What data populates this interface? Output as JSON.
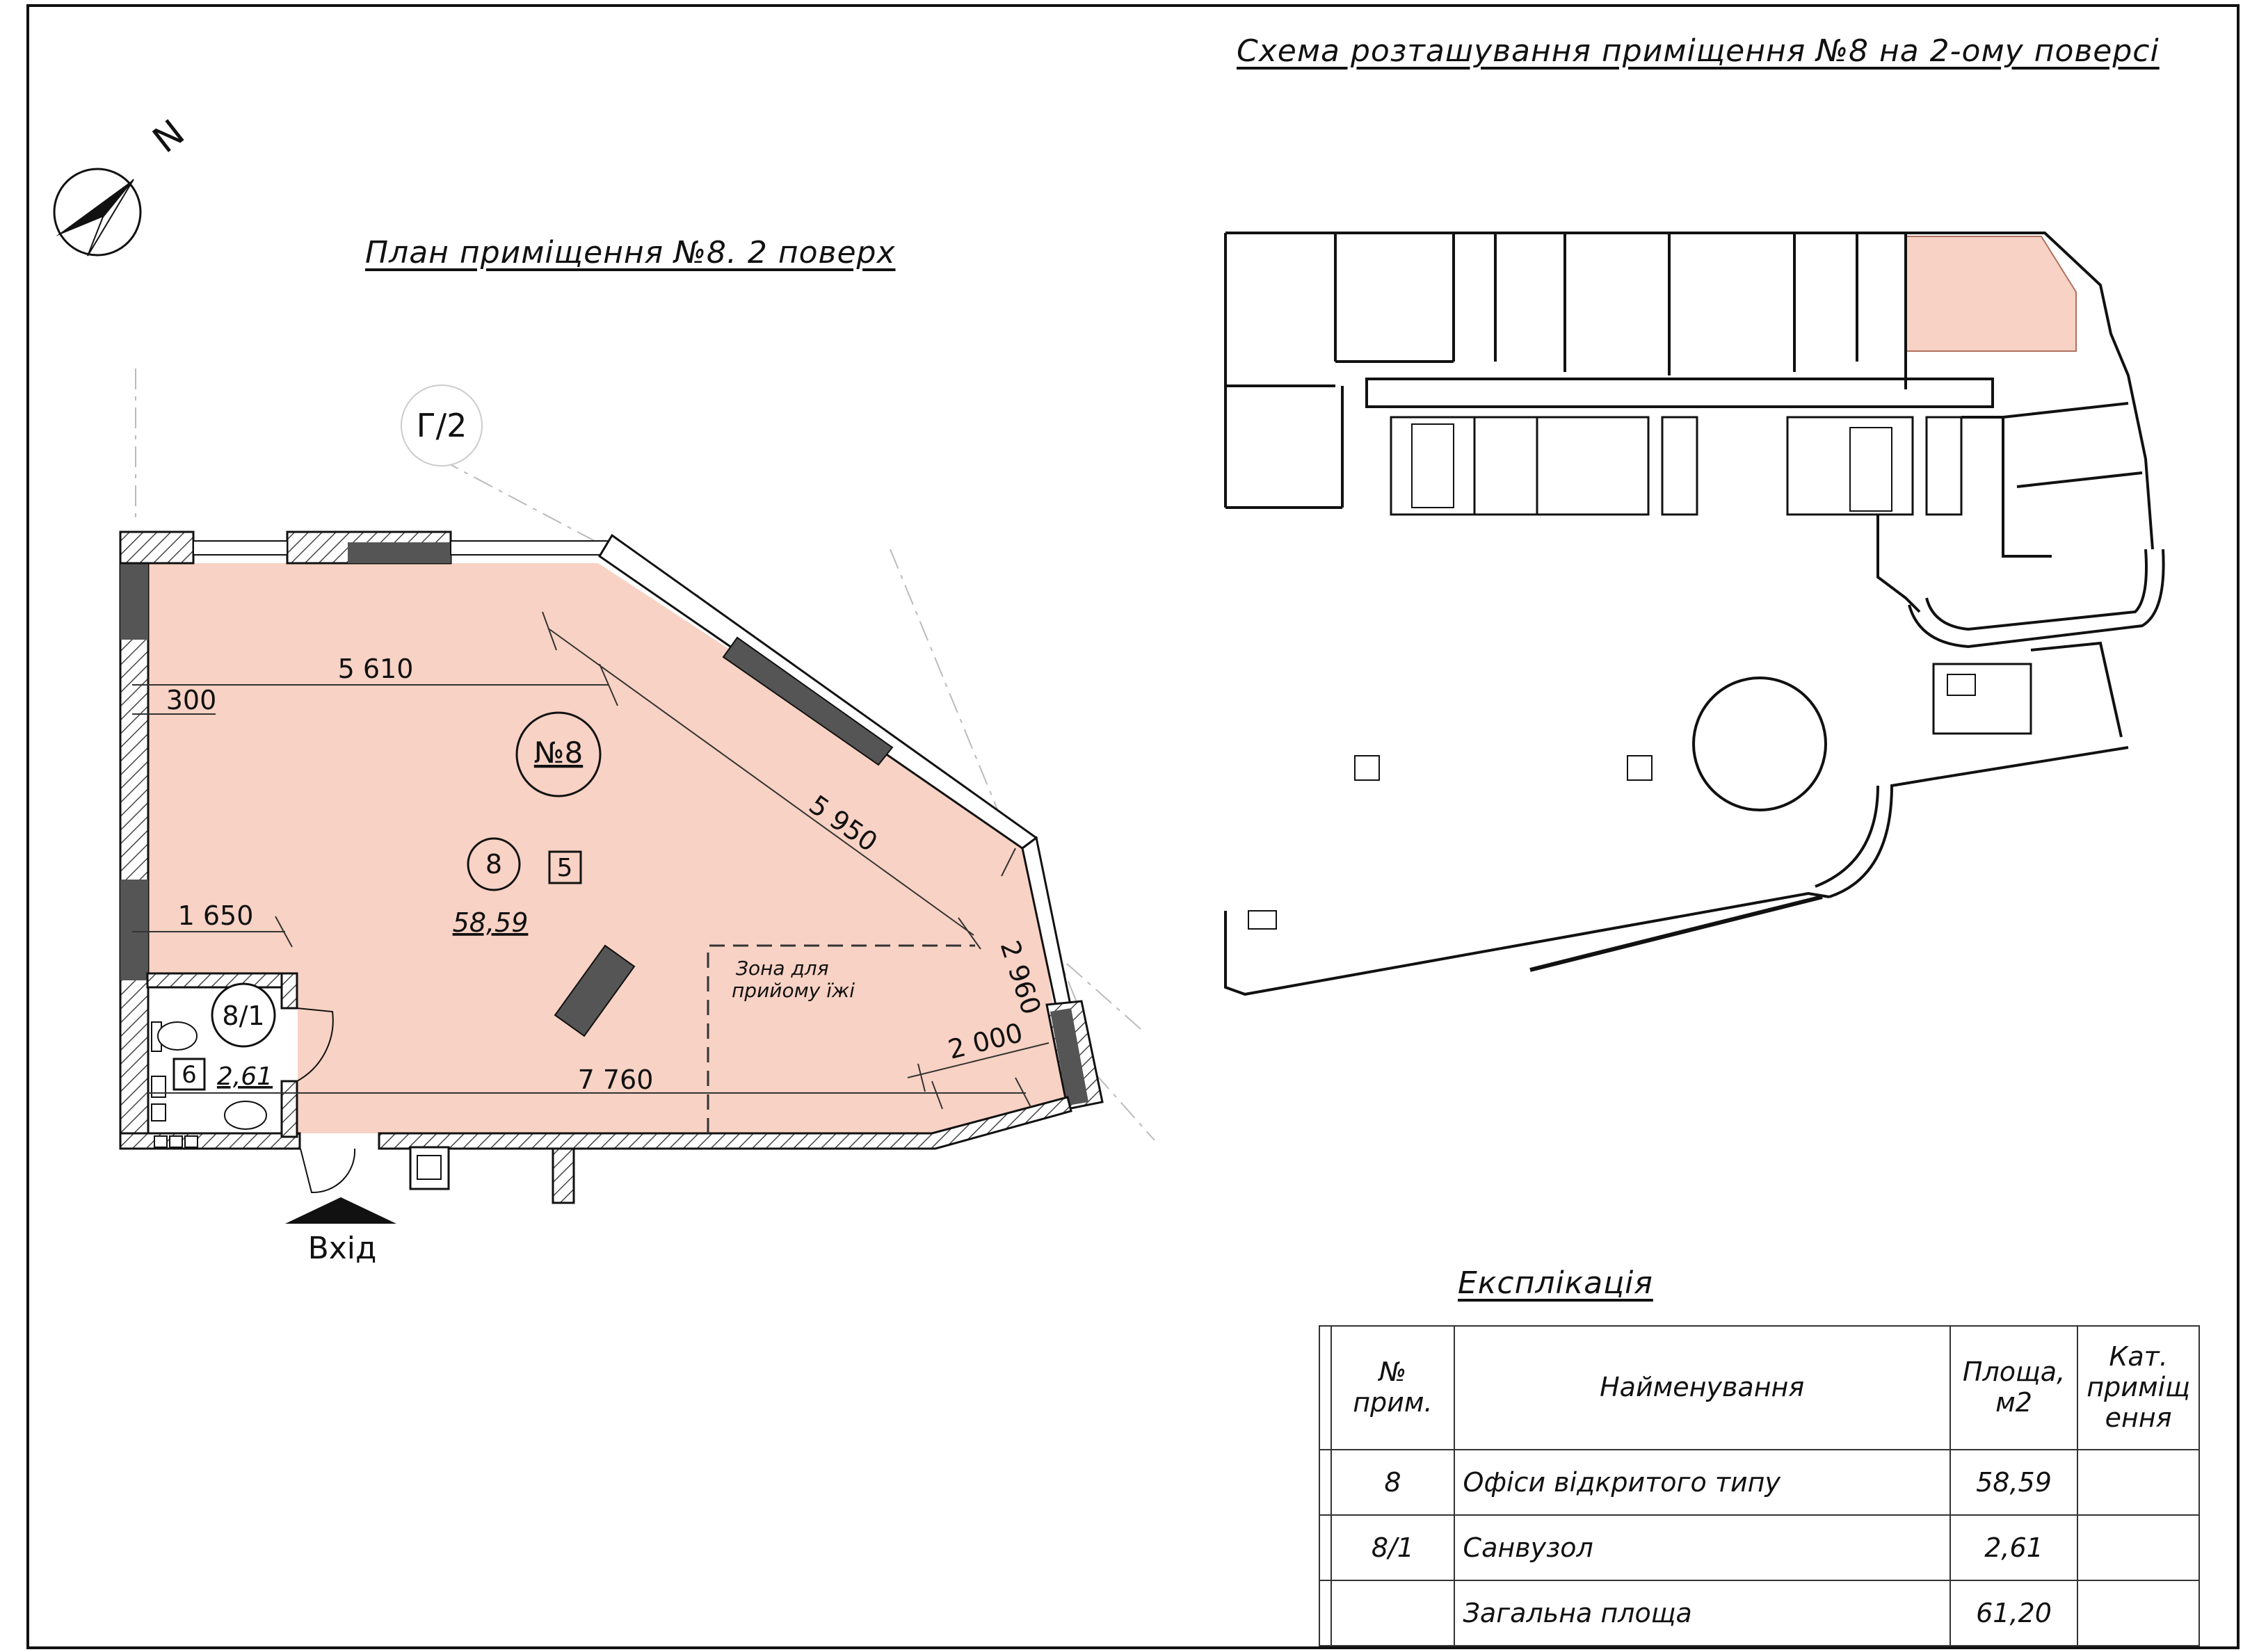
{
  "north_label": "N",
  "plan_title": "План приміщення №8. 2 поверх",
  "scheme_title": "Схема розташування приміщення №8 на 2-ому поверсі",
  "axis_label": "Г/2",
  "room_badge": "№8",
  "rooms": [
    {
      "number": "8",
      "area": "58,59",
      "category": "5"
    },
    {
      "number": "8/1",
      "area": "2,61",
      "category": "6"
    }
  ],
  "dimensions": {
    "d_5610": "5 610",
    "d_300": "300",
    "d_5950": "5 950",
    "d_1650": "1 650",
    "d_2960": "2 960",
    "d_2000": "2 000",
    "d_7760": "7 760"
  },
  "zone_label_1": "Зона для",
  "zone_label_2": "прийому їжі",
  "entrance_label": "Вхід",
  "highlight_color": "#f8d2c4",
  "explication": {
    "title": "Експлікація",
    "headers": {
      "num": [
        "№",
        "прим."
      ],
      "name": "Найменування",
      "area": [
        "Площа,",
        "м2"
      ],
      "cat": [
        "Кат.",
        "приміщ",
        "ення"
      ]
    },
    "rows": [
      {
        "num": "8",
        "name": "Офіси відкритого типу",
        "area": "58,59",
        "cat": ""
      },
      {
        "num": "8/1",
        "name": "Санвузол",
        "area": "2,61",
        "cat": ""
      },
      {
        "num": "",
        "name": "Загальна площа",
        "area": "61,20",
        "cat": ""
      }
    ]
  }
}
